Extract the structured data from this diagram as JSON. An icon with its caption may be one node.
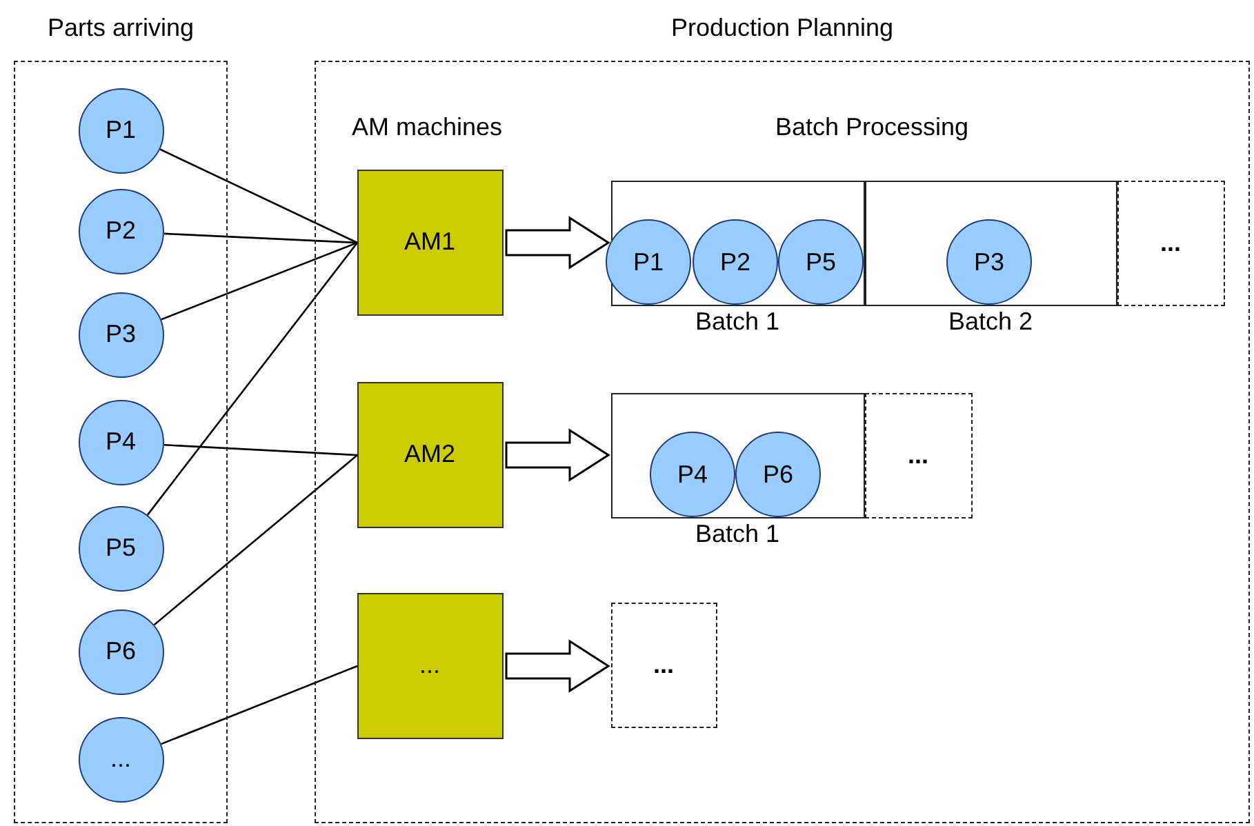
{
  "diagram": {
    "nodes": [
      {
        "text": [
          "Parts arriving"
        ]
      },
      {
        "text": [
          "P1"
        ],
        "in": 0
      },
      {
        "text": [
          "P2"
        ],
        "in": 0
      },
      {
        "text": [
          "P3"
        ],
        "in": 0
      },
      {
        "text": [
          "P4"
        ],
        "in": 0
      },
      {
        "text": [
          "P5"
        ],
        "in": 0
      },
      {
        "text": [
          "P6"
        ],
        "in": 0
      },
      {
        "text": [
          "..."
        ],
        "in": 0
      },
      {
        "text": [
          "Production Planning"
        ]
      },
      {
        "text": [
          "AM1"
        ],
        "in": 8
      },
      {
        "text": [
          "AM2"
        ],
        "in": 8
      },
      {
        "text": [
          "..."
        ],
        "in": 8
      },
      {
        "text": [
          "Batch 1"
        ],
        "in": 8
      },
      {
        "text": [
          "P1"
        ],
        "in": 12
      },
      {
        "text": [
          "P2"
        ],
        "in": 12
      },
      {
        "text": [
          "P5"
        ],
        "in": 12
      },
      {
        "text": [
          "Batch 2"
        ],
        "in": 8
      },
      {
        "text": [
          "P3"
        ],
        "in": 16
      },
      {
        "text": [
          "..."
        ],
        "in": 8
      },
      {
        "text": [
          "Batch 1"
        ],
        "in": 8
      },
      {
        "text": [
          "P4"
        ],
        "in": 19
      },
      {
        "text": [
          "P6"
        ],
        "in": 19
      },
      {
        "text": [
          "..."
        ],
        "in": 8
      },
      {
        "text": [
          "..."
        ],
        "in": 8
      }
    ],
    "edges": [
      {
        "from": 1,
        "to": 9,
        "arrow": "none"
      },
      {
        "from": 2,
        "to": 9,
        "arrow": "none"
      },
      {
        "from": 3,
        "to": 9,
        "arrow": "none"
      },
      {
        "from": 4,
        "to": 10,
        "arrow": "none"
      },
      {
        "from": 5,
        "to": 9,
        "arrow": "none"
      },
      {
        "from": 6,
        "to": 10,
        "arrow": "none"
      },
      {
        "from": 7,
        "to": 11,
        "arrow": "none"
      },
      {
        "from": 9,
        "to": 12,
        "arrow": "to",
        "style": "thick"
      },
      {
        "from": 10,
        "to": 19,
        "arrow": "to",
        "style": "thick"
      },
      {
        "from": 11,
        "to": 23,
        "arrow": "to",
        "style": "thick"
      }
    ],
    "labels": [
      "AM machines",
      "Batch Processing"
    ]
  }
}
